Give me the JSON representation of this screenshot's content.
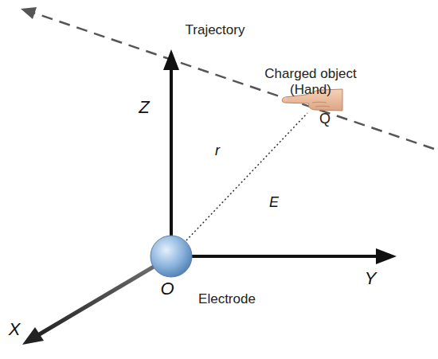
{
  "diagram": {
    "labels": [
      "Trajectory",
      "Charged object (Hand)",
      "Q",
      "Z",
      "r",
      "E",
      "Y",
      "O",
      "Electrode",
      "X"
    ]
  }
}
